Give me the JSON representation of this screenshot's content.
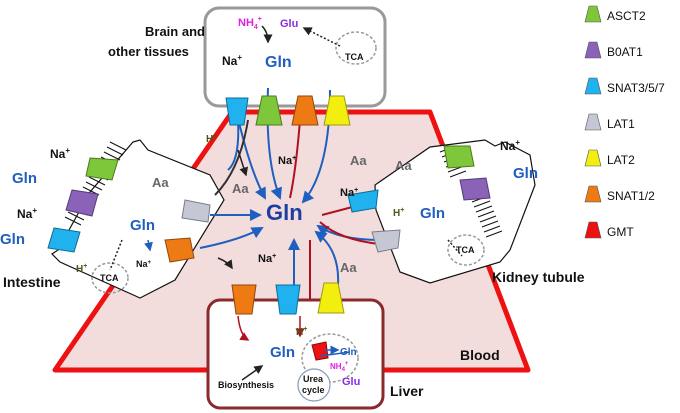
{
  "colors": {
    "gln_blue": "#1f5fbf",
    "gln_center": "#1a3fa0",
    "magenta": "#e020e0",
    "purple_glu": "#8a2be2",
    "h_plus": "#4a5a1a",
    "blood_fill": "#f3dcdc",
    "blood_border": "#ee1111",
    "liver_border": "#8b2a2a",
    "brain_border": "#999999",
    "arrow_red": "#b01020",
    "arrow_black": "#222222"
  },
  "legend": {
    "items": [
      {
        "label": "ASCT2",
        "color": "#7ec63a"
      },
      {
        "label": "B0AT1",
        "color": "#8a62b8"
      },
      {
        "label": "SNAT3/5/7",
        "color": "#1fb2ee"
      },
      {
        "label": "LAT1",
        "color": "#c5c7d4"
      },
      {
        "label": "LAT2",
        "color": "#f2ee10"
      },
      {
        "label": "SNAT1/2",
        "color": "#ee7a14"
      },
      {
        "label": "GMT",
        "color": "#ee1111"
      }
    ]
  },
  "regions": {
    "brain": {
      "title_line1": "Brain and",
      "title_line2": "other tissues",
      "nh4": "NH",
      "nh4_sub": "4",
      "nh4_sup": "+",
      "glu": "Glu",
      "tca": "TCA",
      "na": "Na",
      "na_sup": "+",
      "gln": "Gln",
      "h": "H",
      "h_sup": "+",
      "na_below": "Na",
      "na_below_sup": "+",
      "aa_left": "Aa",
      "aa_right": "Aa"
    },
    "intestine": {
      "title": "Intestine",
      "na1": "Na",
      "na1_sup": "+",
      "gln1": "Gln",
      "na2": "Na",
      "na2_sup": "+",
      "gln2": "Gln",
      "aa": "Aa",
      "gln_inside": "Gln",
      "h": "H",
      "h_sup": "+",
      "tca": "TCA",
      "na_out": "Na",
      "na_out_sup": "+"
    },
    "kidney": {
      "title": "Kidney tubule",
      "na": "Na",
      "na_sup": "+",
      "gln_out": "Gln",
      "aa_inside": "Aa",
      "gln_inside": "Gln",
      "h": "H",
      "h_sup": "+",
      "tca": "TCA",
      "na_blood": "Na",
      "na_blood_sup": "+",
      "aa_blood": "Aa"
    },
    "blood": {
      "title": "Blood",
      "gln_center": "Gln",
      "aa_left": "Aa",
      "na_bottom": "Na",
      "na_bottom_sup": "+",
      "aa_right": "Aa"
    },
    "liver": {
      "title": "Liver",
      "gln": "Gln",
      "h": "H",
      "h_sup": "+",
      "biosynthesis": "Biosynthesis",
      "gln_mito": "Gln",
      "nh4": "NH",
      "nh4_sub": "4",
      "nh4_sup": "+",
      "glu": "Glu",
      "urea_line1": "Urea",
      "urea_line2": "cycle"
    }
  }
}
